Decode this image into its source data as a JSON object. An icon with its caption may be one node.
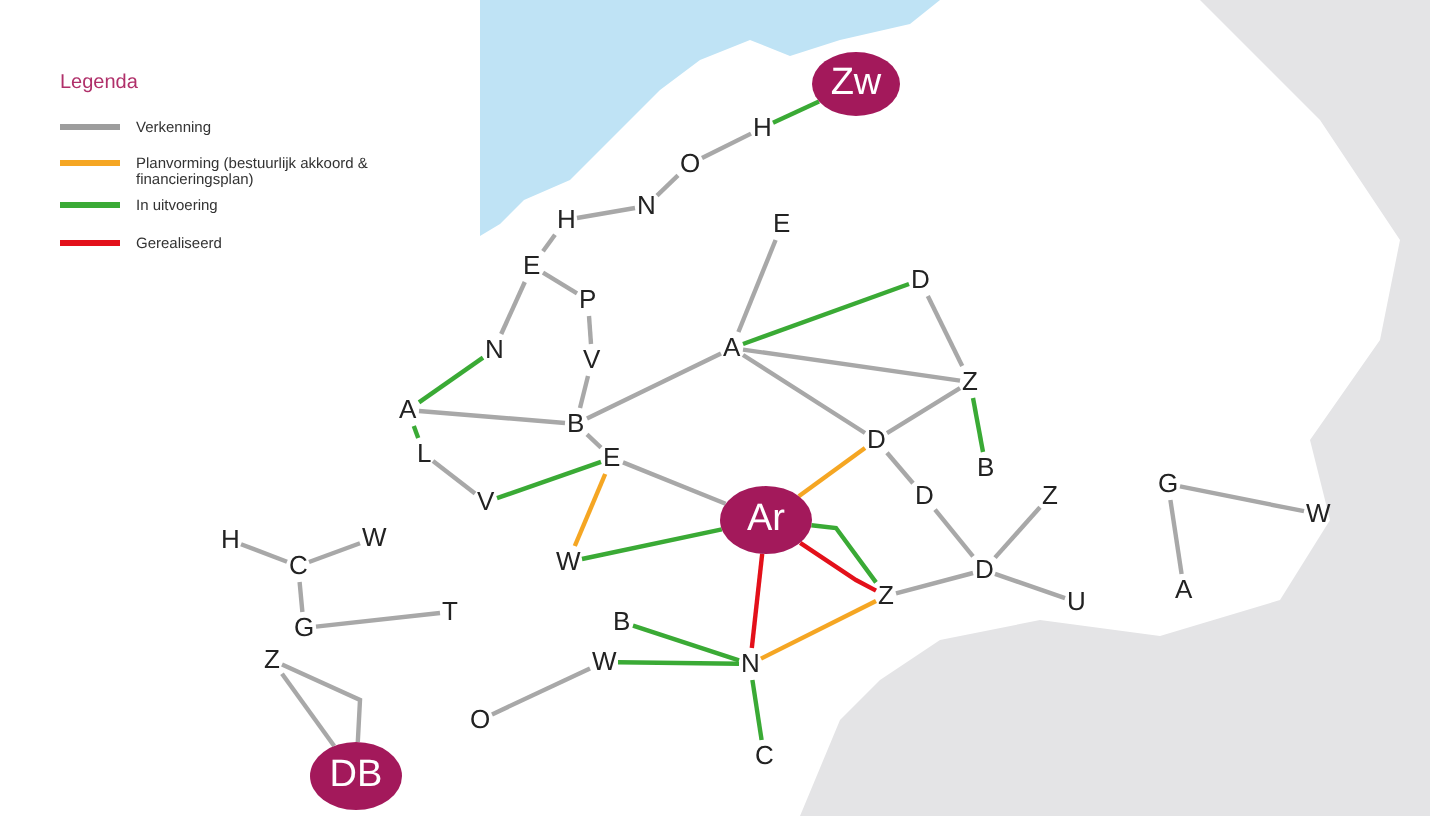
{
  "diagram": {
    "nodes": [
      {
        "text": [
          "Zw"
        ]
      },
      {
        "text": [
          "H"
        ]
      },
      {
        "text": [
          "O"
        ]
      },
      {
        "text": [
          "N"
        ]
      },
      {
        "text": [
          "H"
        ]
      },
      {
        "text": [
          "E"
        ]
      },
      {
        "text": [
          "P"
        ]
      },
      {
        "text": [
          "V"
        ]
      },
      {
        "text": [
          "N"
        ]
      },
      {
        "text": [
          "A"
        ]
      },
      {
        "text": [
          "L"
        ]
      },
      {
        "text": [
          "B"
        ]
      },
      {
        "text": [
          "V"
        ]
      },
      {
        "text": [
          "E"
        ]
      },
      {
        "text": [
          "W"
        ]
      },
      {
        "text": [
          "Ar"
        ]
      },
      {
        "text": [
          "E"
        ]
      },
      {
        "text": [
          "A"
        ]
      },
      {
        "text": [
          "D"
        ]
      },
      {
        "text": [
          "Z"
        ]
      },
      {
        "text": [
          "B"
        ]
      },
      {
        "text": [
          "D"
        ]
      },
      {
        "text": [
          "D"
        ]
      },
      {
        "text": [
          "D"
        ]
      },
      {
        "text": [
          "Z"
        ]
      },
      {
        "text": [
          "U"
        ]
      },
      {
        "text": [
          "Z"
        ]
      },
      {
        "text": [
          "N"
        ]
      },
      {
        "text": [
          "B"
        ]
      },
      {
        "text": [
          "W"
        ]
      },
      {
        "text": [
          "O"
        ]
      },
      {
        "text": [
          "C"
        ]
      },
      {
        "text": [
          "H"
        ]
      },
      {
        "text": [
          "C"
        ]
      },
      {
        "text": [
          "W"
        ]
      },
      {
        "text": [
          "G"
        ]
      },
      {
        "text": [
          "T"
        ]
      },
      {
        "text": [
          "Z"
        ]
      },
      {
        "text": [
          "DB"
        ]
      },
      {
        "text": [
          "G"
        ]
      },
      {
        "text": [
          "W"
        ]
      },
      {
        "text": [
          "A"
        ]
      }
    ],
    "edges": [
      {
        "from": 0,
        "to": 1,
        "arrow": "none",
        "color": "#3aaa35"
      },
      {
        "from": 1,
        "to": 2,
        "arrow": "none"
      },
      {
        "from": 2,
        "to": 3,
        "arrow": "none"
      },
      {
        "from": 3,
        "to": 4,
        "arrow": "none"
      },
      {
        "from": 4,
        "to": 5,
        "arrow": "none"
      },
      {
        "from": 5,
        "to": 8,
        "arrow": "none"
      },
      {
        "from": 8,
        "to": 9,
        "arrow": "none",
        "color": "#3aaa35"
      },
      {
        "from": 5,
        "to": 6,
        "arrow": "none"
      },
      {
        "from": 6,
        "to": 7,
        "arrow": "none"
      },
      {
        "from": 7,
        "to": 11,
        "arrow": "none"
      },
      {
        "from": 9,
        "to": 11,
        "arrow": "none"
      },
      {
        "from": 9,
        "to": 10,
        "arrow": "none",
        "color": "#3aaa35"
      },
      {
        "from": 10,
        "to": 12,
        "arrow": "none"
      },
      {
        "from": 12,
        "to": 13,
        "arrow": "none",
        "color": "#3aaa35"
      },
      {
        "from": 11,
        "to": 13,
        "arrow": "none"
      },
      {
        "from": 13,
        "to": 15,
        "arrow": "none"
      },
      {
        "from": 13,
        "to": 14,
        "arrow": "none",
        "color": "#f5a623"
      },
      {
        "from": 14,
        "to": 15,
        "arrow": "none",
        "color": "#3aaa35"
      },
      {
        "from": 11,
        "to": 17,
        "arrow": "none"
      },
      {
        "from": 17,
        "to": 16,
        "arrow": "none"
      },
      {
        "from": 17,
        "to": 18,
        "arrow": "none",
        "color": "#3aaa35"
      },
      {
        "from": 17,
        "to": 19,
        "arrow": "none"
      },
      {
        "from": 17,
        "to": 21,
        "arrow": "none"
      },
      {
        "from": 18,
        "to": 19,
        "arrow": "none"
      },
      {
        "from": 19,
        "to": 20,
        "arrow": "none",
        "color": "#3aaa35"
      },
      {
        "from": 19,
        "to": 21,
        "arrow": "none"
      },
      {
        "from": 21,
        "to": 15,
        "arrow": "none",
        "color": "#f5a623"
      },
      {
        "from": 21,
        "to": 22,
        "arrow": "none"
      },
      {
        "from": 22,
        "to": 23,
        "arrow": "none"
      },
      {
        "from": 23,
        "to": 24,
        "arrow": "none"
      },
      {
        "from": 23,
        "to": 25,
        "arrow": "none"
      },
      {
        "from": 23,
        "to": 26,
        "arrow": "none"
      },
      {
        "from": 15,
        "to": 26,
        "arrow": "none",
        "color": "#e3101a"
      },
      {
        "from": 15,
        "to": 26,
        "arrow": "none",
        "color": "#3aaa35"
      },
      {
        "from": 26,
        "to": 27,
        "arrow": "none",
        "color": "#f5a623"
      },
      {
        "from": 15,
        "to": 27,
        "arrow": "none",
        "color": "#e3101a"
      },
      {
        "from": 27,
        "to": 28,
        "arrow": "none",
        "color": "#3aaa35"
      },
      {
        "from": 27,
        "to": 29,
        "arrow": "none",
        "color": "#3aaa35"
      },
      {
        "from": 29,
        "to": 30,
        "arrow": "none"
      },
      {
        "from": 27,
        "to": 31,
        "arrow": "none",
        "color": "#3aaa35"
      },
      {
        "from": 32,
        "to": 33,
        "arrow": "none"
      },
      {
        "from": 33,
        "to": 34,
        "arrow": "none"
      },
      {
        "from": 33,
        "to": 35,
        "arrow": "none"
      },
      {
        "from": 35,
        "to": 36,
        "arrow": "none"
      },
      {
        "from": 37,
        "to": 38,
        "arrow": "none"
      },
      {
        "from": 37,
        "to": 38,
        "arrow": "none"
      },
      {
        "from": 39,
        "to": 40,
        "arrow": "none"
      },
      {
        "from": 39,
        "to": 41,
        "arrow": "none"
      }
    ],
    "labels": [
      "Legenda"
    ],
    "legend": [
      {
        "text": "Verkenning",
        "color": "#9d9d9d"
      },
      {
        "text": "Planvorming (bestuurlijk akkoord & financieringsplan)",
        "color": "#f5a623"
      },
      {
        "text": "In uitvoering",
        "color": "#3aaa35"
      },
      {
        "text": "Gerealiseerd",
        "color": "#e3101a"
      }
    ]
  }
}
